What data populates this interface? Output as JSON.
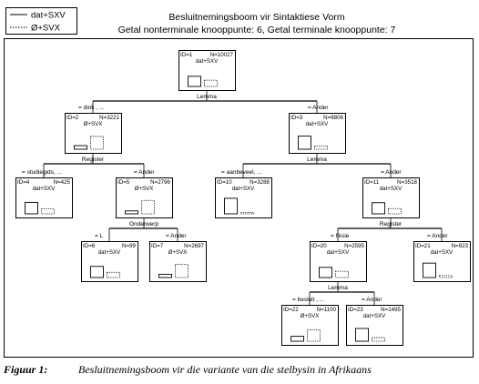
{
  "legend": [
    {
      "label": "dat+SXV",
      "style": "solid"
    },
    {
      "label": "Ø+SVX",
      "style": "dotted"
    }
  ],
  "title": "Besluitnemingsboom vir Sintaktiese Vorm",
  "subtitle": "Getal nonterminale knooppunte: 6,  Getal terminale knooppunte: 7",
  "nodes": [
    {
      "id": "ID=1",
      "n": "N=10027",
      "label": "dat+SXV",
      "split": "Lemma",
      "bar_solid": 0.62,
      "bar_dotted": 0.38
    },
    {
      "id": "ID=2",
      "n": "N=3221",
      "label": "Ø+SVX",
      "split": "Register",
      "bar_solid": 0.22,
      "bar_dotted": 0.78
    },
    {
      "id": "ID=3",
      "n": "N=6806",
      "label": "dat+SXV",
      "split": "Lemma",
      "bar_solid": 0.8,
      "bar_dotted": 0.2
    },
    {
      "id": "ID=4",
      "n": "N=425",
      "label": "dat+SXV",
      "split": "",
      "bar_solid": 0.7,
      "bar_dotted": 0.3
    },
    {
      "id": "ID=5",
      "n": "N=2796",
      "label": "Ø+SVX",
      "split": "Onderwerp",
      "bar_solid": 0.18,
      "bar_dotted": 0.82
    },
    {
      "id": "ID=10",
      "n": "N=3288",
      "label": "dat+SXV",
      "split": "",
      "bar_solid": 0.95,
      "bar_dotted": 0.05
    },
    {
      "id": "ID=11",
      "n": "N=3518",
      "label": "dat+SXV",
      "split": "Register",
      "bar_solid": 0.68,
      "bar_dotted": 0.32
    },
    {
      "id": "ID=6",
      "n": "N=99",
      "label": "dat+SXV",
      "split": "",
      "bar_solid": 0.68,
      "bar_dotted": 0.32
    },
    {
      "id": "ID=7",
      "n": "N=2697",
      "label": "Ø+SVX",
      "split": "",
      "bar_solid": 0.2,
      "bar_dotted": 0.8
    },
    {
      "id": "ID=20",
      "n": "N=2595",
      "label": "dat+SXV",
      "split": "Lemma",
      "bar_solid": 0.62,
      "bar_dotted": 0.38
    },
    {
      "id": "ID=21",
      "n": "N=923",
      "label": "dat+SXV",
      "split": "",
      "bar_solid": 0.88,
      "bar_dotted": 0.12
    },
    {
      "id": "ID=22",
      "n": "N=1100",
      "label": "Ø+SVX",
      "split": "",
      "bar_solid": 0.3,
      "bar_dotted": 0.7
    },
    {
      "id": "ID=23",
      "n": "N=1495",
      "label": "dat+SXV",
      "split": "",
      "bar_solid": 0.78,
      "bar_dotted": 0.22
    }
  ],
  "branches": [
    {
      "text": "= dink , ..."
    },
    {
      "text": "= Ander"
    },
    {
      "text": "= studiegids, ..."
    },
    {
      "text": "= Ander"
    },
    {
      "text": "= aanbeveel, ..."
    },
    {
      "text": "= Ander"
    },
    {
      "text": "= L"
    },
    {
      "text": "= Ander"
    },
    {
      "text": "= fiksie"
    },
    {
      "text": "= Ander"
    },
    {
      "text": "= besluit , ..."
    },
    {
      "text": "= Ander"
    }
  ],
  "caption": {
    "label": "Figuur 1:",
    "text": "Besluitnemingsboom vir die variante van die stelbysin in Afrikaans"
  }
}
